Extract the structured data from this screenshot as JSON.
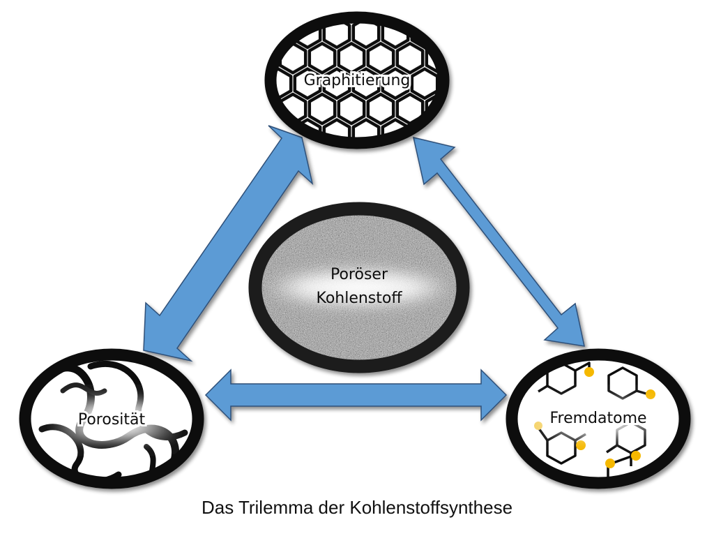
{
  "nodes": {
    "top": {
      "label": "Graphitierung"
    },
    "left": {
      "label": "Porosität"
    },
    "right": {
      "label": "Fremdatome"
    },
    "center": {
      "line1": "Poröser",
      "line2": "Kohlenstoff"
    }
  },
  "caption": "Das Trilemma der Kohlenstoffsynthese",
  "colors": {
    "arrow_fill": "#5b9bd5",
    "arrow_stroke": "#2e4f78",
    "ring": "#111111",
    "dopant_atom": "#f5b800"
  }
}
